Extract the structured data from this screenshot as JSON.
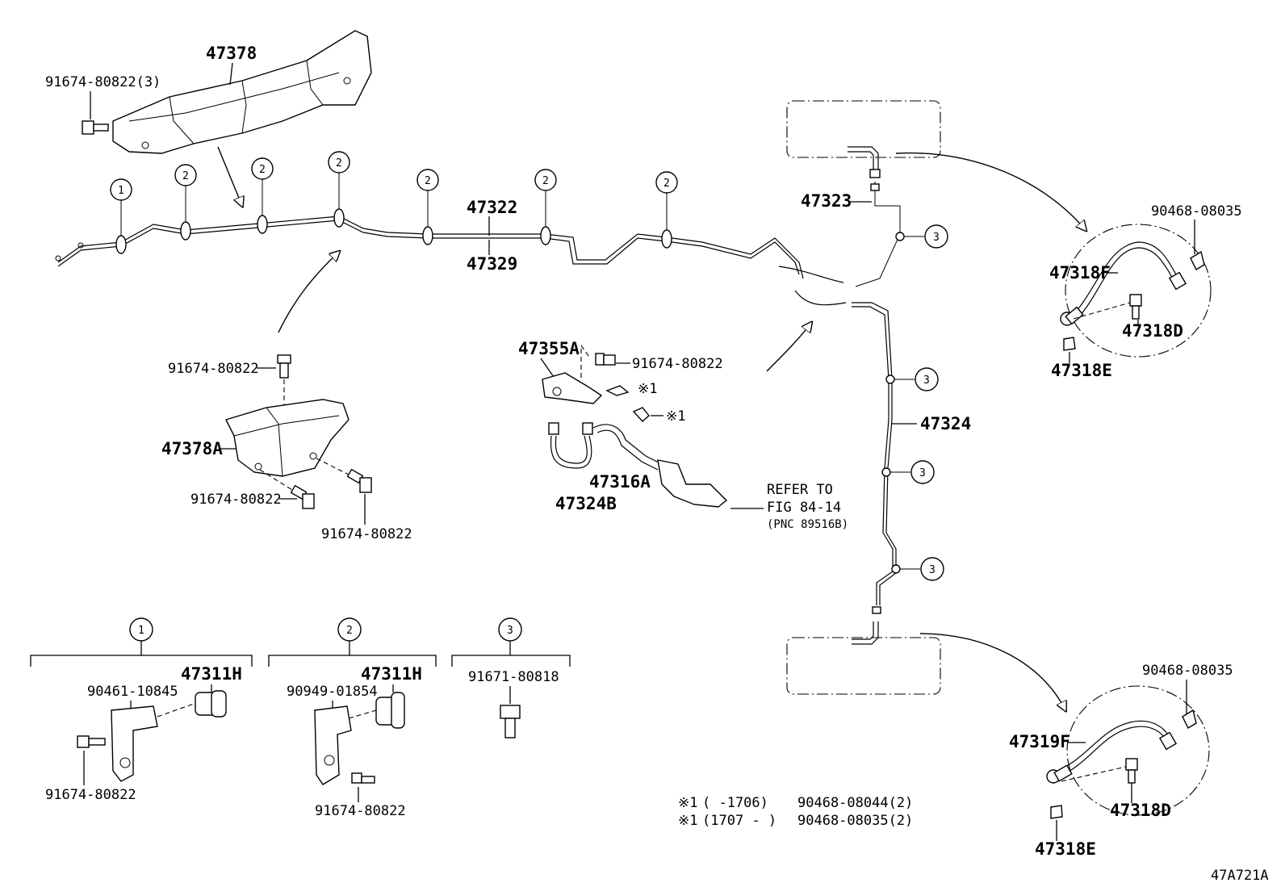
{
  "callouts": {
    "c47378": "47378",
    "c91674_80822_3": "91674-80822(3)",
    "c47322": "47322",
    "c47329": "47329",
    "c47323": "47323",
    "c47324": "47324",
    "c90468_08035_top": "90468-08035",
    "c47318F": "47318F",
    "c47318D_top": "47318D",
    "c47318E_top": "47318E",
    "c47355A": "47355A",
    "c91674_80822_mid": "91674-80822",
    "c_note1a": "※1",
    "c_note1b": "※1",
    "c47316A": "47316A",
    "c47324B": "47324B",
    "refer_line1": "REFER TO",
    "refer_line2": "FIG 84-14",
    "refer_line3": "(PNC 89516B)",
    "c91674_80822_left_top": "91674-80822",
    "c47378A": "47378A",
    "c91674_80822_left_mid": "91674-80822",
    "c91674_80822_left_bot": "91674-80822",
    "c90468_08035_bot": "90468-08035",
    "c47319F": "47319F",
    "c47318D_bot": "47318D",
    "c47318E_bot": "47318E"
  },
  "circle_labels": {
    "one": "1",
    "two": "2",
    "three": "3"
  },
  "legend_groups": [
    {
      "key": "1",
      "bracket_part": "47311H",
      "clip_part": "90461-10845",
      "bolt_part": "91674-80822"
    },
    {
      "key": "2",
      "bracket_part": "47311H",
      "clip_part": "90949-01854",
      "bolt_part": "91674-80822"
    },
    {
      "key": "3",
      "bolt_part": "91671-80818"
    }
  ],
  "notes": {
    "note1_mark": "※1",
    "note1_range": "(   -1706)",
    "note1_part": "90468-08044(2)",
    "note2_mark": "※1",
    "note2_range": "(1707 -    )",
    "note2_part": "90468-08035(2)"
  },
  "figure_code": "47A721A"
}
